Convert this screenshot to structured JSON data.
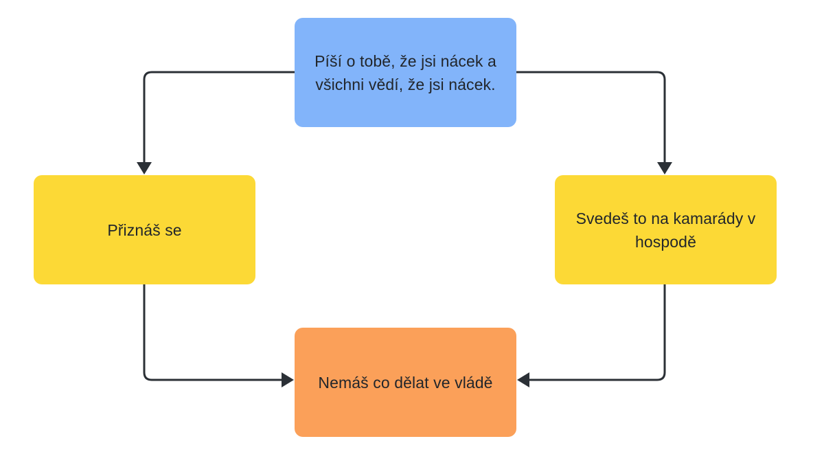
{
  "diagram": {
    "type": "flowchart-cycle",
    "background_color": "#ffffff",
    "text_color": "#22262b",
    "edge_color": "#2b3036",
    "nodes": [
      {
        "id": "trigger",
        "label": "Píší o tobě, že jsi nácek a všichni vědí, že jsi nácek.",
        "color": "#82b4fa",
        "position": "top-center"
      },
      {
        "id": "confess",
        "label": "Přiznáš se",
        "color": "#fcd936",
        "position": "middle-left"
      },
      {
        "id": "blame",
        "label": "Svedeš to na kamarády v hospodě",
        "color": "#fcd936",
        "position": "middle-right"
      },
      {
        "id": "government",
        "label": "Nemáš co dělat ve vládě",
        "color": "#fba059",
        "position": "bottom-center"
      }
    ],
    "edges": [
      {
        "id": "trigger-to-confess",
        "from": "trigger",
        "to": "confess",
        "label": ""
      },
      {
        "id": "trigger-to-blame",
        "from": "trigger",
        "to": "blame",
        "label": ""
      },
      {
        "id": "confess-to-government",
        "from": "confess",
        "to": "government",
        "label": ""
      },
      {
        "id": "blame-to-government",
        "from": "blame",
        "to": "government",
        "label": ""
      }
    ]
  }
}
